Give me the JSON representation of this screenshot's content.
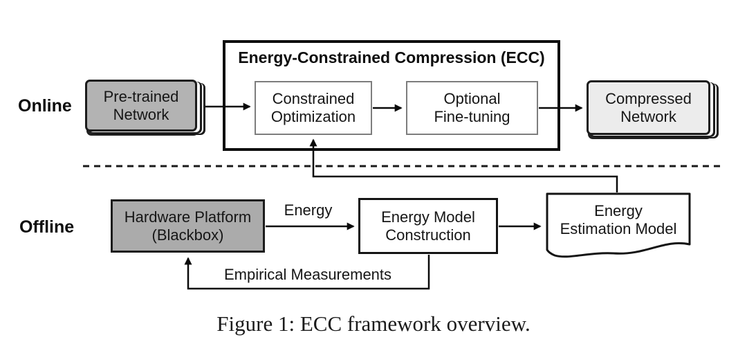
{
  "labels": {
    "online": "Online",
    "offline": "Offline"
  },
  "online_row": {
    "pretrained_network": "Pre-trained\nNetwork",
    "ecc_title": "Energy-Constrained Compression (ECC)",
    "constrained_optimization": "Constrained\nOptimization",
    "optional_fine_tuning": "Optional\nFine-tuning",
    "compressed_network": "Compressed\nNetwork"
  },
  "offline_row": {
    "hardware_platform": "Hardware Platform\n(Blackbox)",
    "energy_arrow_label": "Energy",
    "energy_model_construction": "Energy Model\nConstruction",
    "energy_estimation_model": "Energy\nEstimation Model",
    "empirical_measurements_label": "Empirical Measurements"
  },
  "caption": "Figure 1: ECC framework overview.",
  "colors": {
    "dark_node_fill": "#b3b3b3",
    "light_node_fill": "#ececec",
    "line": "#0c0c0c",
    "background": "#ffffff"
  }
}
